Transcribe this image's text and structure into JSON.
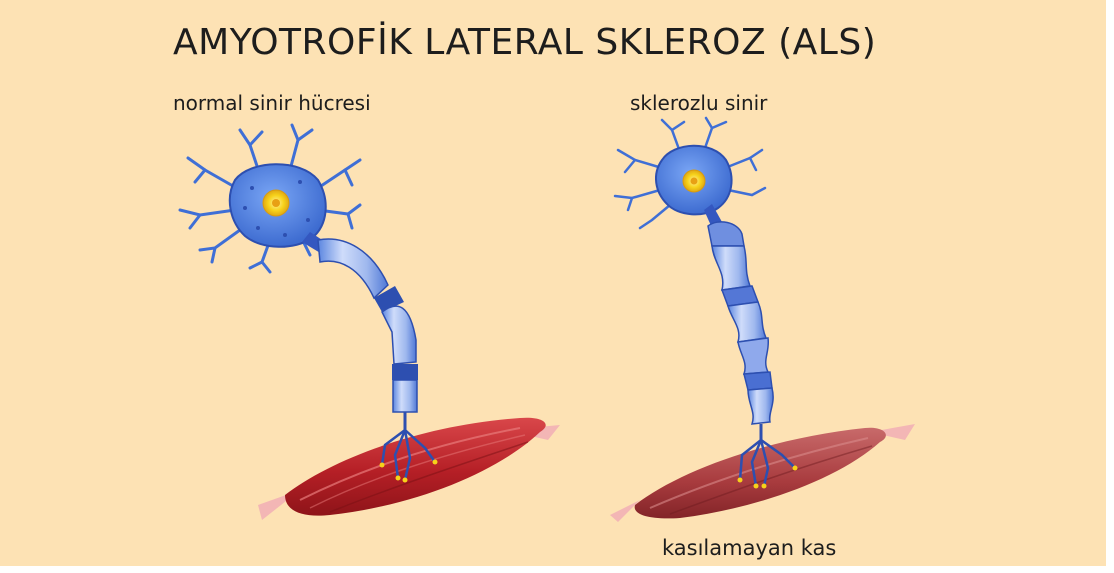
{
  "title": "AMYOTROFİK LATERAL SKLEROZ (ALS)",
  "labels": {
    "normal_nerve": "normal sinir hücresi",
    "sclerotic_nerve": "sklerozlu sinir",
    "non_contracting_muscle": "kasılamayan kas"
  },
  "colors": {
    "background": "#fde2b4",
    "neuron": "#4a7bd8",
    "neuron_dark": "#2d4fb0",
    "myelin": "#a9c2f3",
    "nucleus": "#f7d21a",
    "muscle": "#c2262b",
    "tendon": "#f3b6b5"
  }
}
